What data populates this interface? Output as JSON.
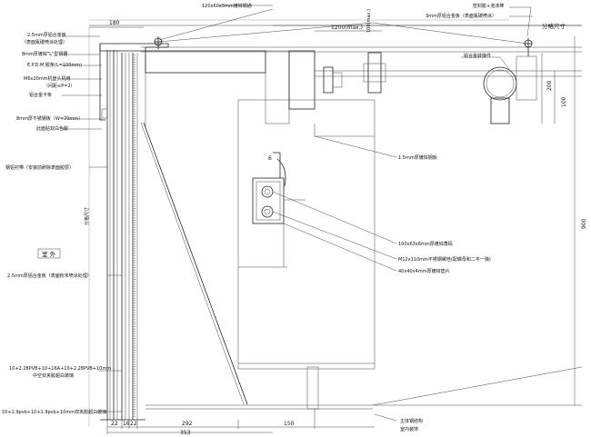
{
  "top_labels": {
    "steel_tube": "120x60x5mm镀锌钢通",
    "dim_1200": "1200(max.)",
    "dim_100_v": "100(max.)",
    "sealant": "密封胶+泡沫棒",
    "alu_plate_right": "3mm厚铝合金板（表面氟碳喷涂）",
    "grid_size": "分格尺寸"
  },
  "left_labels": [
    "2.5mm厚铝合金板",
    "（表面氟碳喷涂处理）",
    "8mm厚镀锌\"L\"型钢槽",
    "E.P.D.M 胶条(L=100mm)",
    "M6x20mm机盘头机用",
    "（间距≤P=2）",
    "铝合金卡条",
    "8mm厚不锈钢板（W=70mm）",
    "此面贴双白色胶",
    "钢铝衬带（安装前刷除表面胶层）"
  ],
  "right_labels": {
    "alu_connector": "铝合金转接件",
    "steel_plate": "1.5mm厚镀锌钢板",
    "angle": "100x63x6mm厚镀锌角码",
    "bolt": "M12x110mm不锈钢螺栓(配螺母和二平一弹)",
    "gasket": "40x40x4mm厚镀锌垫片"
  },
  "middle": {
    "outside_label": "室 外",
    "grid_size_left": "分格尺寸",
    "alu_plate_mid": "2.5mm厚铝合金板（表面粉末喷涂处理）",
    "glass_1": "10+2.28PVB+10+16A+10+2.28PVB+10mm",
    "glass_1b": "中空双夹胶超白玻璃",
    "glass_2": "10+1.9pvb+10+1.9pvb+10mm双夹胶超白玻璃"
  },
  "bottom_labels": {
    "main_structure": "主体钢结构",
    "indoor_finish": "室内装饰"
  },
  "dimensions": {
    "top_180": "180",
    "right_200": "200",
    "right_100": "100",
    "right_900": "900",
    "small_6": "6",
    "b_22a": "22",
    "b_16": "16",
    "b_22b": "22",
    "b_292": "292",
    "b_150": "150",
    "b_353": "353"
  }
}
